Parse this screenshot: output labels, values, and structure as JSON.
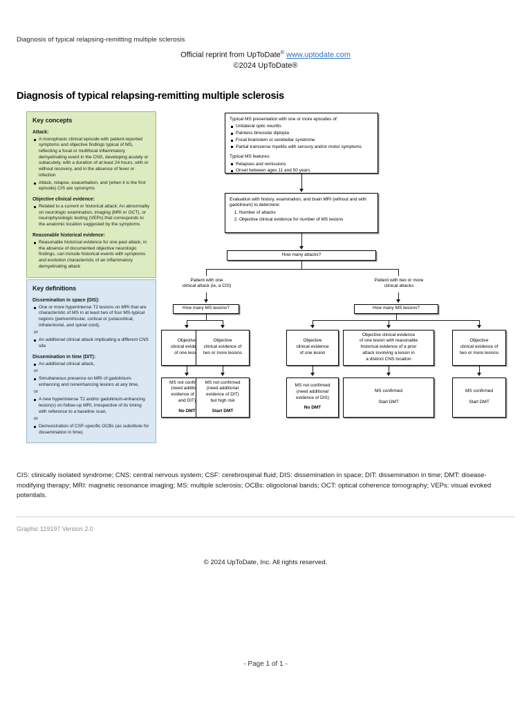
{
  "header": {
    "running_title": "Diagnosis of typical relapsing-remitting multiple sclerosis",
    "reprint_prefix": "Official reprint from UpToDate",
    "reprint_sup": "®",
    "reprint_url": "www.uptodate.com",
    "copyright_line": "©2024 UpToDate",
    "copyright_sup": "®"
  },
  "title": "Diagnosis of typical relapsing-remitting multiple sclerosis",
  "key_concepts": {
    "heading": "Key concepts",
    "sections": [
      {
        "label": "Attack:",
        "items": [
          "A monophasic clinical episode with patient-reported symptoms and objective findings typical of MS, reflecting a focal or multifocal inflammatory demyelinating event in the CNS, developing acutely or subacutely, with a duration of at least 24 hours, with or without recovery, and in the absence of fever or infection",
          "Attack, relapse, exacerbation, and (when it is the first episode) CIS are synonyms"
        ]
      },
      {
        "label": "Objective clinical evidence:",
        "items": [
          "Related to a current or historical attack: An abnormality on neurologic examination, imaging (MRI or OCT), or neurophysiologic testing (VEPs) that corresponds to the anatomic location suggested by the symptoms"
        ]
      },
      {
        "label": "Reasonable historical evidence:",
        "items": [
          "Reasonable historical evidence for one past attack, in the absence of documented objective neurologic findings, can include historical events with symptoms and evolution characteristic of an inflammatory demyelinating attack"
        ]
      }
    ]
  },
  "key_definitions": {
    "heading": "Key definitions",
    "sections": [
      {
        "label": "Dissemination in space (DIS):",
        "items": [
          "One or more hyperintense T2 lesions on MRI that are characteristic of MS in at least two of four MS-typical regions (periventricular, cortical or juxtacortical, infratentorial, and spinal cord),",
          "An additional clinical attack implicating a different CNS site"
        ],
        "connectors": [
          "or",
          ""
        ]
      },
      {
        "label": "Dissemination in time (DIT):",
        "items": [
          "An additional clinical attack,",
          "Simultaneous presence on MRI of gadolinium-enhancing and nonenhancing lesions at any time,",
          "A new hyperintense T2 and/or gadolinium-enhancing lesion(s) on follow-up MRI, irrespective of its timing with reference to a baseline scan,",
          "Demonstration of CSF-specific OCBs (as substitute for dissemination in time)"
        ],
        "connectors": [
          "or",
          "or",
          "or",
          ""
        ]
      }
    ]
  },
  "flowchart": {
    "presentation_box": {
      "lead": "Typical MS presentation with one or more episodes of:",
      "episodes": [
        "Unilateral optic neuritis",
        "Painless binocular diplopia",
        "Focal brainstem or cerebellar syndrome",
        "Partial transverse myelitis with sensory and/or motor symptoms"
      ],
      "features_lead": "Typical MS features:",
      "features": [
        "Relapses and remissions",
        "Onset between ages 11 and 50 years"
      ]
    },
    "evaluation_box": {
      "lead": "Evaluation with history, examination, and brain MRI (without and with gadolinium) to determine:",
      "items": [
        "Number of attacks",
        "Objective clinical evidence for number of MS lesions"
      ]
    },
    "attacks_question": "How many attacks?",
    "branch_left_label": "Patient with one\nclinical attack (ie, a CIS)",
    "branch_right_label": "Patient with two or more\nclinical attacks",
    "lesions_question_left": "How many MS lesions?",
    "lesions_question_right": "How many MS lesions?",
    "outcomes": [
      {
        "evidence": "Objective\nclinical evidence\nof one lesion",
        "result": "MS not confirmed\n(need additional\nevidence of DIS\nand DIT)",
        "action": "No DMT"
      },
      {
        "evidence": "Objective\nclinical evidence of\ntwo or more lesions",
        "result": "MS not confirmed\n(need additional\nevidence of DIT)\nbut high risk",
        "action": "Start DMT"
      },
      {
        "evidence": "Objective\nclinical evidence\nof one lesion",
        "result": "MS not confirmed\n(need additional\nevidence of DIS)",
        "action": "No DMT"
      },
      {
        "evidence": "Objective clinical evidence\nof one lesion with reasonable\nhistorical evidence of a prior\nattack involving a lesion in\na distinct CNS location",
        "result": "MS confirmed",
        "action": "Start DMT"
      },
      {
        "evidence": "Objective\nclinical evidence of\ntwo or more lesions",
        "result": "MS confirmed",
        "action": "Start DMT"
      }
    ]
  },
  "footnote": "CIS: clinically isolated syndrome; CNS: central nervous system; CSF: cerebrospinal fluid; DIS: dissemination in space; DIT: dissemination in time; DMT: disease-modifying therapy; MRI: magnetic resonance imaging; MS: multiple sclerosis; OCBs: oligoclonal bands; OCT: optical coherence tomography; VEPs: visual evoked potentials.",
  "graphic_id": "Graphic 119197 Version 2.0",
  "copyright_footer": "© 2024 UpToDate, Inc. All rights reserved.",
  "page_footer": "- Page 1 of 1 -",
  "colors": {
    "key_concepts_bg": "#dcebc0",
    "key_definitions_bg": "#d9e8f2",
    "link": "#2f6fb5"
  }
}
